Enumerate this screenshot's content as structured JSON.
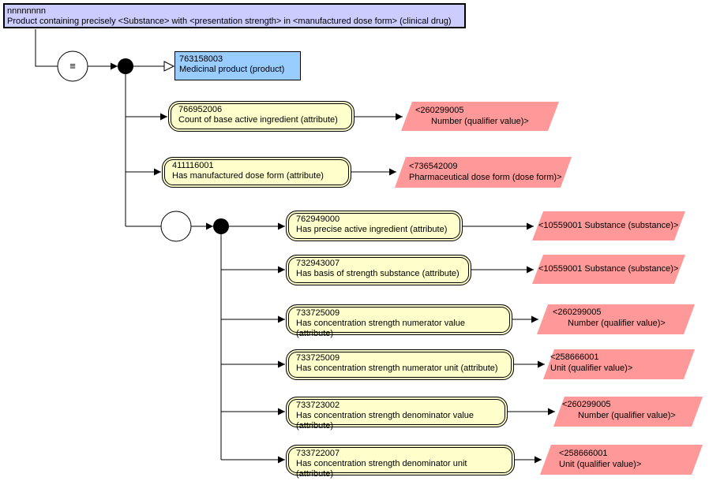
{
  "definition": {
    "id": "nnnnnnnn",
    "term": "Product containing precisely <Substance> with <presentation strength> in <manufactured dose form> (clinical drug)"
  },
  "equivalence_symbol": "≡",
  "parent": {
    "id": "763158003",
    "term": "Medicinal product (product)"
  },
  "attributes": [
    {
      "id": "766952006",
      "term": "Count of base active ingredient (attribute)",
      "value_id": "<260299005",
      "value_term": "Number (qualifier value)>"
    },
    {
      "id": "411116001",
      "term": "Has manufactured dose form (attribute)",
      "value_id": "<736542009",
      "value_term": "Pharmaceutical dose form (dose form)>"
    }
  ],
  "group_attributes": [
    {
      "id": "762949000",
      "term": "Has precise active ingredient (attribute)",
      "value": "<10559001 Substance (substance)>"
    },
    {
      "id": "732943007",
      "term": "Has basis of strength substance (attribute)",
      "value": "<10559001 Substance (substance)>"
    },
    {
      "id": "733725009",
      "term": "Has concentration strength numerator value (attribute)",
      "value_id": "<260299005",
      "value_term": "Number (qualifier value)>"
    },
    {
      "id": "733725009",
      "term": "Has concentration strength numerator unit (attribute)",
      "value_id": "<258666001",
      "value_term": "Unit (qualifier value)>"
    },
    {
      "id": "733723002",
      "term": "Has concentration strength denominator value (attribute)",
      "value_id": "<260299005",
      "value_term": "Number (qualifier value)>"
    },
    {
      "id": "733722007",
      "term": "Has concentration strength denominator unit (attribute)",
      "value_id": "<258666001",
      "value_term": "Unit (qualifier value)>"
    }
  ],
  "colors": {
    "definition_fill": "#ccccff",
    "concept_fill": "#99ccff",
    "attribute_fill": "#ffffcc",
    "value_fill": "#ff9999"
  }
}
